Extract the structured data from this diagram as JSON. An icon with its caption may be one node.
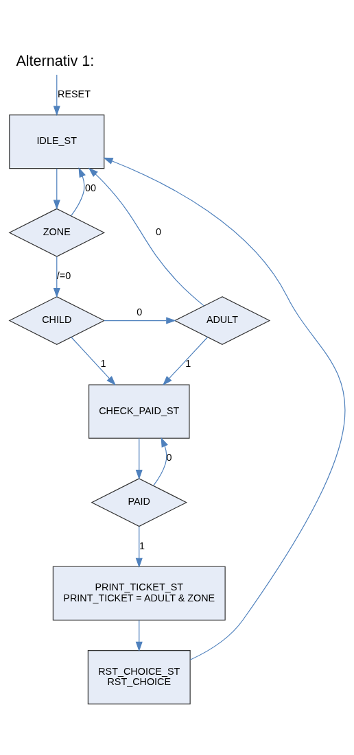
{
  "diagram": {
    "title": "Alternativ 1:",
    "nodes": [
      {
        "text": [
          "IDLE_ST"
        ]
      },
      {
        "text": [
          "ZONE"
        ]
      },
      {
        "text": [
          "CHILD"
        ]
      },
      {
        "text": [
          "ADULT"
        ]
      },
      {
        "text": [
          "CHECK_PAID_ST"
        ]
      },
      {
        "text": [
          "PAID"
        ]
      },
      {
        "text": [
          "PRINT_TICKET_ST",
          "PRINT_TICKET = ADULT & ZONE"
        ]
      },
      {
        "text": [
          "RST_CHOICE_ST",
          "RST_CHOICE"
        ]
      }
    ],
    "edges": [
      {
        "from": null,
        "to": 0,
        "arrow": "to",
        "label": "RESET"
      },
      {
        "from": 0,
        "to": 1,
        "arrow": "to"
      },
      {
        "from": 1,
        "to": 0,
        "arrow": "to",
        "label": "00"
      },
      {
        "from": 1,
        "to": 2,
        "arrow": "to",
        "label": "/=0"
      },
      {
        "from": 2,
        "to": 3,
        "arrow": "to",
        "label": "0"
      },
      {
        "from": 3,
        "to": 0,
        "arrow": "to",
        "label": "0"
      },
      {
        "from": 2,
        "to": 4,
        "arrow": "to",
        "label": "1"
      },
      {
        "from": 3,
        "to": 4,
        "arrow": "to",
        "label": "1"
      },
      {
        "from": 4,
        "to": 5,
        "arrow": "to"
      },
      {
        "from": 5,
        "to": 4,
        "arrow": "to",
        "label": "0"
      },
      {
        "from": 5,
        "to": 6,
        "arrow": "to",
        "label": "1"
      },
      {
        "from": 6,
        "to": 7,
        "arrow": "to"
      },
      {
        "from": 7,
        "to": 0,
        "arrow": "to"
      }
    ]
  }
}
